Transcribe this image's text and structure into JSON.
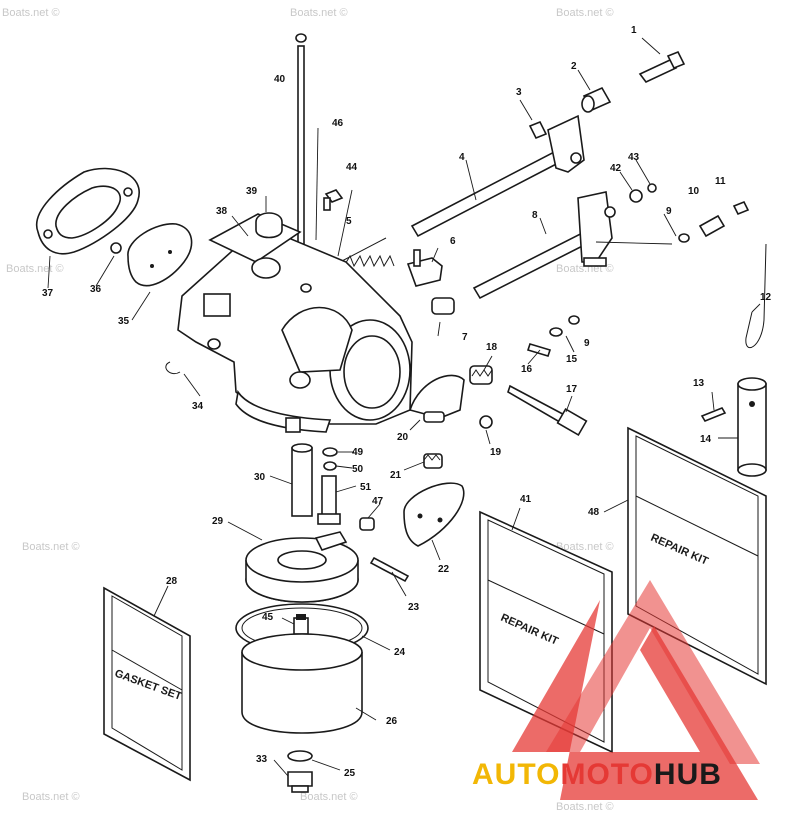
{
  "diagram": {
    "callouts": [
      "1",
      "2",
      "3",
      "4",
      "5",
      "6",
      "7",
      "8",
      "9",
      "10",
      "11",
      "12",
      "13",
      "14",
      "15",
      "16",
      "17",
      "18",
      "19",
      "20",
      "21",
      "22",
      "23",
      "24",
      "25",
      "26",
      "28",
      "29",
      "30",
      "33",
      "34",
      "35",
      "36",
      "37",
      "38",
      "39",
      "40",
      "41",
      "42",
      "43",
      "44",
      "45",
      "46",
      "47",
      "48",
      "49",
      "50",
      "51"
    ],
    "kit_labels": {
      "gasket": "GASKET SET",
      "repair_41": "REPAIR KIT",
      "repair_48": "REPAIR KIT"
    },
    "watermark": "Boats.net ©"
  },
  "logo": {
    "part1": "AUTO",
    "part2": "MOTO",
    "part3": "HUB",
    "colors": {
      "auto": "#f2b705",
      "moto": "#e53935",
      "hub": "#1a1a1a"
    }
  }
}
